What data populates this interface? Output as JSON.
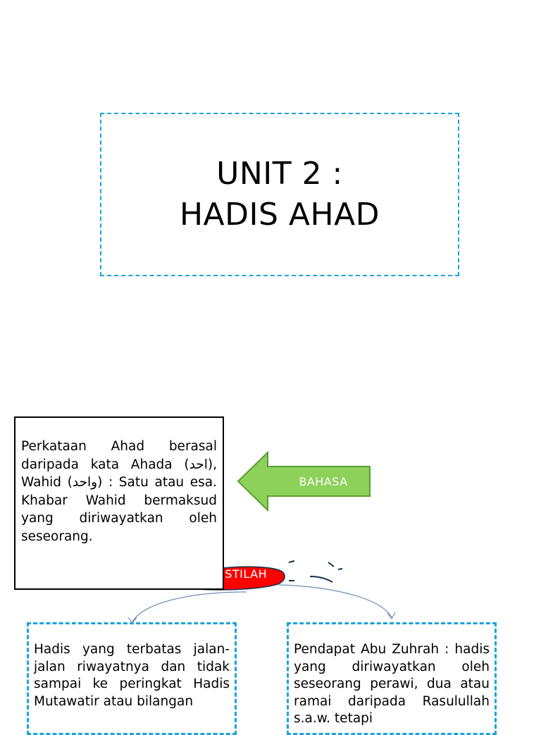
{
  "title": {
    "line1": "UNIT 2 :",
    "line2": "HADIS AHAD"
  },
  "definition_box": {
    "text": "Perkataan Ahad berasal daripada kata Ahada (احد), Wahid (واحد) : Satu atau esa. Khabar Wahid bermaksud yang diriwayatkan oleh seseorang."
  },
  "bahasa_arrow": {
    "label": "BAHASA",
    "color": "#8ed15a",
    "border_color": "#5a9e32"
  },
  "istilah_tag": {
    "label": "ISTILAH",
    "color": "#ff0000"
  },
  "cards": {
    "left": {
      "text": "Hadis yang terbatas jalan-jalan riwayatnya dan tidak sampai ke peringkat Hadis Mutawatir atau bilangan"
    },
    "right": {
      "text": "Pendapat Abu Zuhrah : hadis yang diriwayatkan oleh seseorang perawi, dua atau ramai daripada Rasulullah s.a.w. tetapi"
    }
  },
  "colors": {
    "dashed_border": "#1aa3dc",
    "connector": "#6f8fb8"
  }
}
